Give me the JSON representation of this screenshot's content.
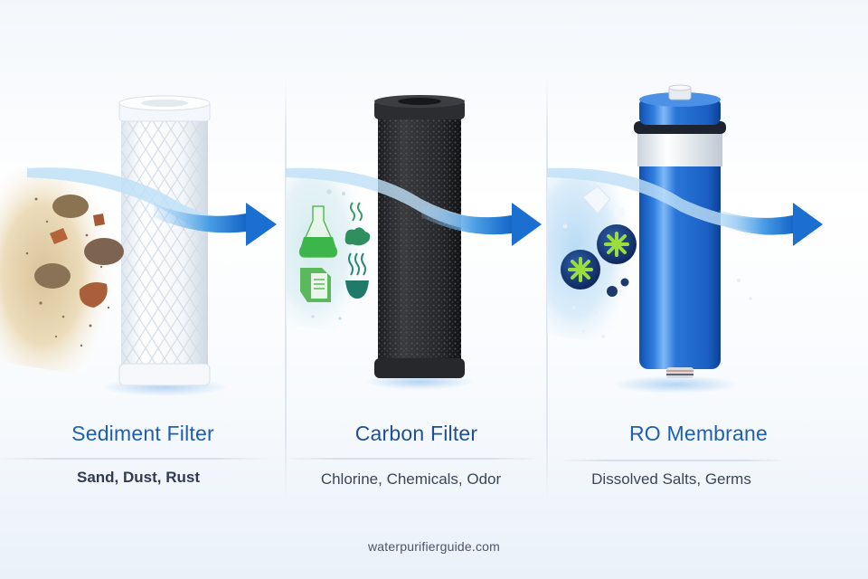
{
  "theme": {
    "title_color": "#1f5fb0",
    "arrow_color": "#1c74d0",
    "divider_color": "#dfe6ef"
  },
  "panels": [
    {
      "title": "Sediment Filter",
      "subtitle": "Sand, Dust, Rust",
      "filter_type": "pleated-white-cartridge",
      "contaminant_icons": [
        "sand-clump-icon",
        "rust-chunk-icon",
        "dust-particles-icon"
      ]
    },
    {
      "title": "Carbon Filter",
      "subtitle": "Chlorine, Chemicals, Odor",
      "filter_type": "black-activated-carbon-cartridge",
      "contaminant_icons": [
        "chemical-flask-icon",
        "odor-cloud-icon",
        "document-icon",
        "steaming-bowl-icon"
      ]
    },
    {
      "title": "RO Membrane",
      "subtitle": "Dissolved Salts, Germs",
      "filter_type": "blue-ro-membrane",
      "contaminant_icons": [
        "salt-crystal-icon",
        "germ-icon",
        "germ-icon",
        "virus-icon"
      ]
    }
  ],
  "footer": {
    "website": "waterpurifierguide.com"
  }
}
